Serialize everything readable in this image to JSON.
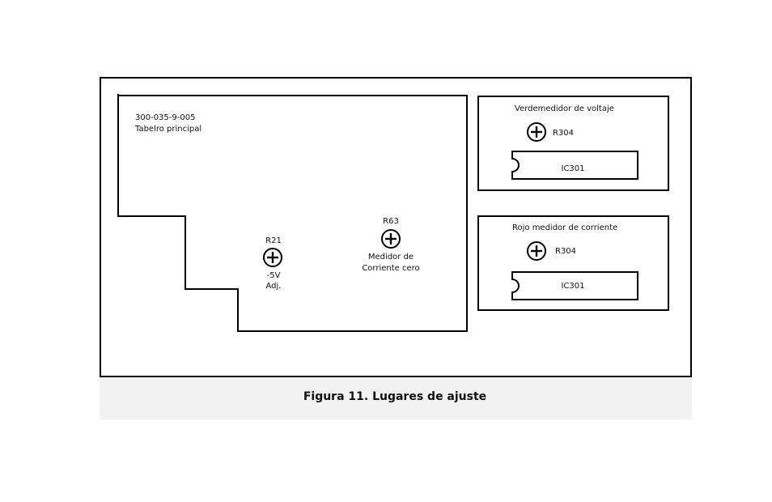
{
  "main_board": {
    "part_number": "300-035-9-005",
    "name": "Tabelro principal",
    "r21": {
      "label": "R21",
      "desc_line1": "-5V",
      "desc_line2": "Adj."
    },
    "r63": {
      "label": "R63",
      "desc_line1": "Medidor de",
      "desc_line2": "Corriente cero"
    }
  },
  "voltage_meter": {
    "title": "Verdemedidor de voltaje",
    "resistor": "R304",
    "ic": "IC301"
  },
  "current_meter": {
    "title": "Rojo medidor de corriente",
    "resistor": "R304",
    "ic": "IC301"
  },
  "caption": "Figura 11. Lugares de ajuste"
}
